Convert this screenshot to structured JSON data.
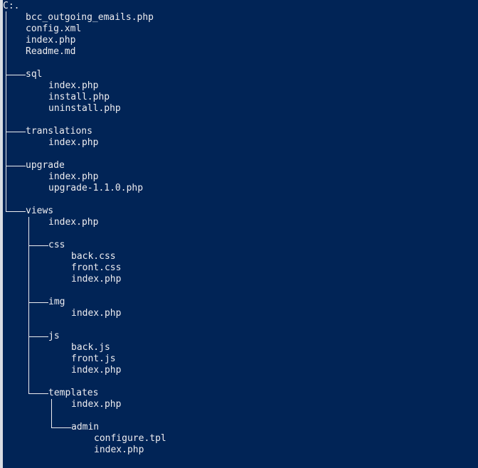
{
  "window": {
    "colors": {
      "background": "#012456",
      "text": "#eeedf0",
      "left_edge": "#d9dde3"
    }
  },
  "tree": {
    "drive": "C:.",
    "root_files": [
      "bcc_outgoing_emails.php",
      "config.xml",
      "index.php",
      "Readme.md"
    ],
    "sql": {
      "name": "sql",
      "files": [
        "index.php",
        "install.php",
        "uninstall.php"
      ]
    },
    "translations": {
      "name": "translations",
      "files": [
        "index.php"
      ]
    },
    "upgrade": {
      "name": "upgrade",
      "files": [
        "index.php",
        "upgrade-1.1.0.php"
      ]
    },
    "views": {
      "name": "views",
      "files": [
        "index.php"
      ],
      "css": {
        "name": "css",
        "files": [
          "back.css",
          "front.css",
          "index.php"
        ]
      },
      "img": {
        "name": "img",
        "files": [
          "index.php"
        ]
      },
      "js": {
        "name": "js",
        "files": [
          "back.js",
          "front.js",
          "index.php"
        ]
      },
      "templates": {
        "name": "templates",
        "files": [
          "index.php"
        ],
        "admin": {
          "name": "admin",
          "files": [
            "configure.tpl",
            "index.php"
          ]
        }
      }
    }
  }
}
